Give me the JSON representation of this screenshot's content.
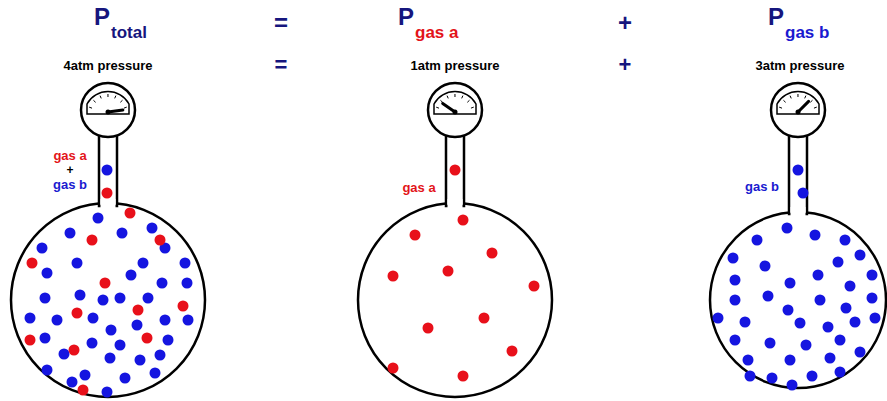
{
  "diagram": {
    "labels": [
      "P",
      "total",
      "=",
      "P",
      "gas a",
      "+",
      "P",
      "gas b",
      "4atm pressure",
      "=",
      "1atm pressure",
      "+",
      "3atm pressure",
      "gas a",
      "+",
      "gas b",
      "gas a",
      "gas b"
    ]
  }
}
